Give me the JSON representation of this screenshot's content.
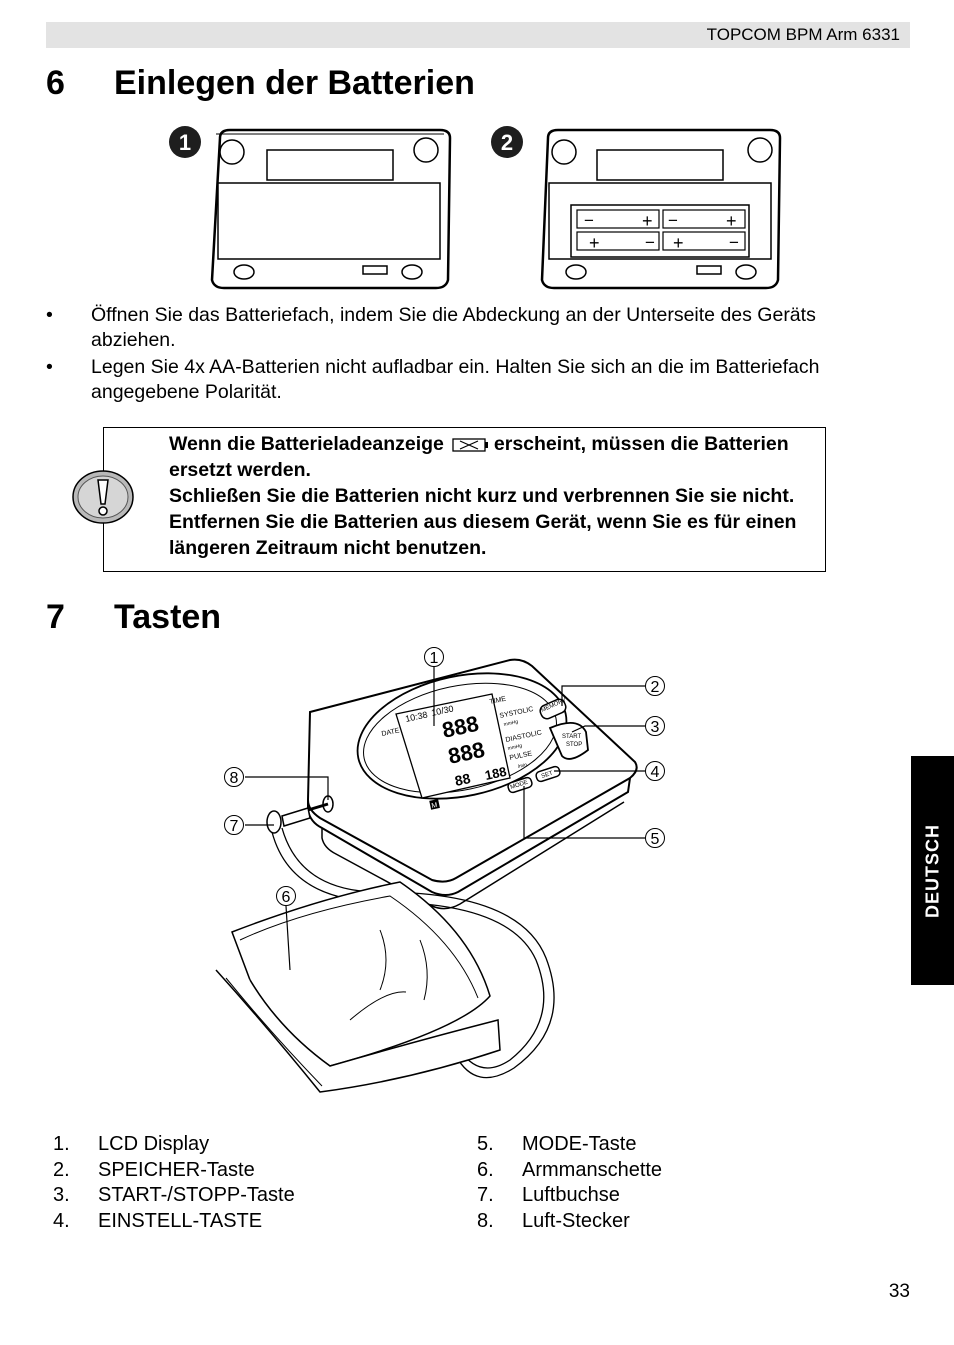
{
  "header": {
    "title": "TOPCOM BPM Arm 6331"
  },
  "section6": {
    "number": "6",
    "title": "Einlegen der Batterien",
    "figure_labels": [
      "1",
      "2"
    ],
    "battery_marks": {
      "minus": "−",
      "plus": "+"
    },
    "bullets": [
      "Öffnen Sie das Batteriefach, indem Sie die Abdeckung an der Unterseite des Geräts abziehen.",
      "Legen Sie 4x AA-Batterien nicht aufladbar ein. Halten Sie sich an die im Batteriefach angegebene Polarität."
    ],
    "bullet_symbol": "•",
    "note": {
      "part1": "Wenn die Batterieladeanzeige",
      "part2": "erscheint, müssen die Batterien ersetzt werden.",
      "part3": "Schließen Sie die Batterien nicht kurz und verbrennen Sie sie nicht. Entfernen Sie die Batterien aus diesem Gerät, wenn Sie es für einen längeren Zeitraum nicht benutzen."
    }
  },
  "section7": {
    "number": "7",
    "title": "Tasten",
    "callouts": [
      "1",
      "2",
      "3",
      "4",
      "5",
      "6",
      "7",
      "8"
    ],
    "device_labels": {
      "memory": "MEMORY",
      "start": "START",
      "stop": "STOP",
      "set": "SET",
      "mode": "MODE",
      "date": "DATE",
      "time": "TIME",
      "systolic": "SYSTOLIC",
      "diastolic": "DIASTOLIC",
      "pulse": "PULSE",
      "mmhg": "mmHg",
      "min": "/min",
      "m": "M",
      "lcd_time": "10:38",
      "lcd_date": "10/30",
      "lcd_big": "888",
      "lcd_small": "88",
      "lcd_pulse": "188"
    },
    "parts_left": [
      {
        "num": "1.",
        "label": "LCD Display"
      },
      {
        "num": "2.",
        "label": "SPEICHER-Taste"
      },
      {
        "num": "3.",
        "label": "START-/STOPP-Taste"
      },
      {
        "num": "4.",
        "label": "EINSTELL-TASTE"
      }
    ],
    "parts_right": [
      {
        "num": "5.",
        "label": "MODE-Taste"
      },
      {
        "num": "6.",
        "label": "Armmanschette"
      },
      {
        "num": "7.",
        "label": "Luftbuchse"
      },
      {
        "num": "8.",
        "label": "Luft-Stecker"
      }
    ]
  },
  "side_tab": "DEUTSCH",
  "page_number": "33"
}
